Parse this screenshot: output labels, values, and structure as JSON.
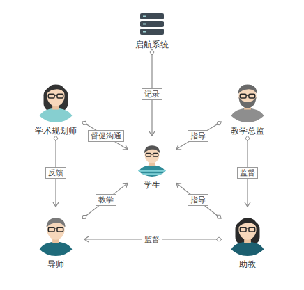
{
  "diagram": {
    "nodes": [
      {
        "text": [
          "启航系统"
        ]
      },
      {
        "text": [
          "学术规划师"
        ]
      },
      {
        "text": [
          "教学总监"
        ]
      },
      {
        "text": [
          "学生"
        ]
      },
      {
        "text": [
          "导师"
        ]
      },
      {
        "text": [
          "助教"
        ]
      }
    ],
    "edges": [
      {
        "from": 0,
        "to": 3,
        "label": "记录",
        "arrow": "to"
      },
      {
        "from": 1,
        "to": 3,
        "label": "督促沟通",
        "arrow": "to"
      },
      {
        "from": 2,
        "to": 3,
        "label": "指导",
        "arrow": "to"
      },
      {
        "from": 1,
        "to": 4,
        "label": "反馈",
        "arrow": "to"
      },
      {
        "from": 2,
        "to": 5,
        "label": "监督",
        "arrow": "to"
      },
      {
        "from": 4,
        "to": 3,
        "label": "教学",
        "arrow": "to"
      },
      {
        "from": 5,
        "to": 3,
        "label": "指导",
        "arrow": "to"
      },
      {
        "from": 5,
        "to": 4,
        "label": "监督",
        "arrow": "to"
      }
    ]
  }
}
